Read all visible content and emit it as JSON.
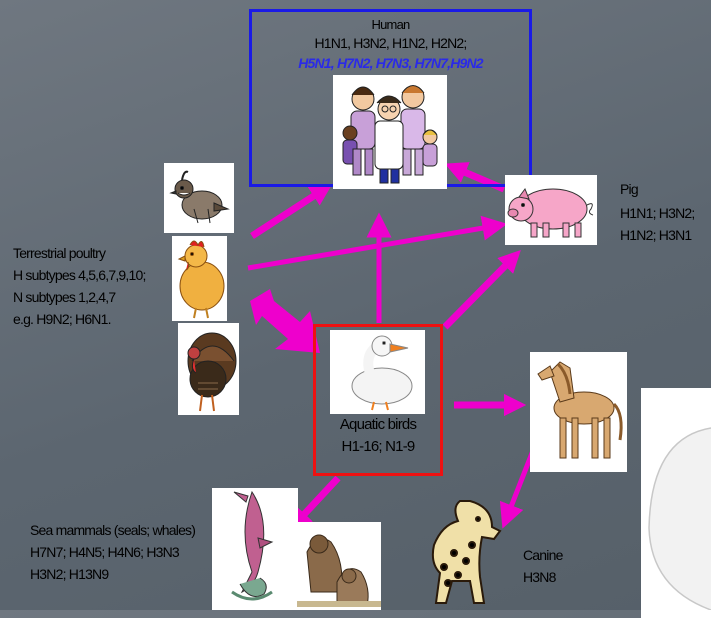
{
  "colors": {
    "human_box_border": "#1a1ae6",
    "aquatic_box_border": "#ee1111",
    "arrow_magenta": "#ee00cc",
    "new_strain_text": "#2a2ae8"
  },
  "human": {
    "title": "Human",
    "strains": "H1N1, H3N2, H1N2, H2N2;",
    "new_strains": "H5N1, H7N2, H7N3, H7N7,H9N2"
  },
  "pig": {
    "title": "Pig",
    "line1": "H1N1; H3N2;",
    "line2": "H1N2; H3N1"
  },
  "poultry": {
    "line1": "Terrestrial poultry",
    "line2": "H subtypes 4,5,6,7,9,10;",
    "line3": "N subtypes 1,2,4,7",
    "line4": "e.g. H9N2; H6N1."
  },
  "aquatic": {
    "title": "Aquatic birds",
    "subtypes": "H1-16; N1-9"
  },
  "sea_mammals": {
    "line1": "Sea mammals (seals; whales)",
    "line2": "H7N7; H4N5; H4N6; H3N3",
    "line3": "H3N2; H13N9"
  },
  "canine": {
    "title": "Canine",
    "subtypes": "H3N8"
  },
  "icons": [
    "people-group-icon",
    "pig-icon",
    "quail-icon",
    "chicken-icon",
    "turkey-icon",
    "duck-icon",
    "horse-icon",
    "dolphin-icon",
    "seals-icon",
    "dalmatian-icon"
  ]
}
